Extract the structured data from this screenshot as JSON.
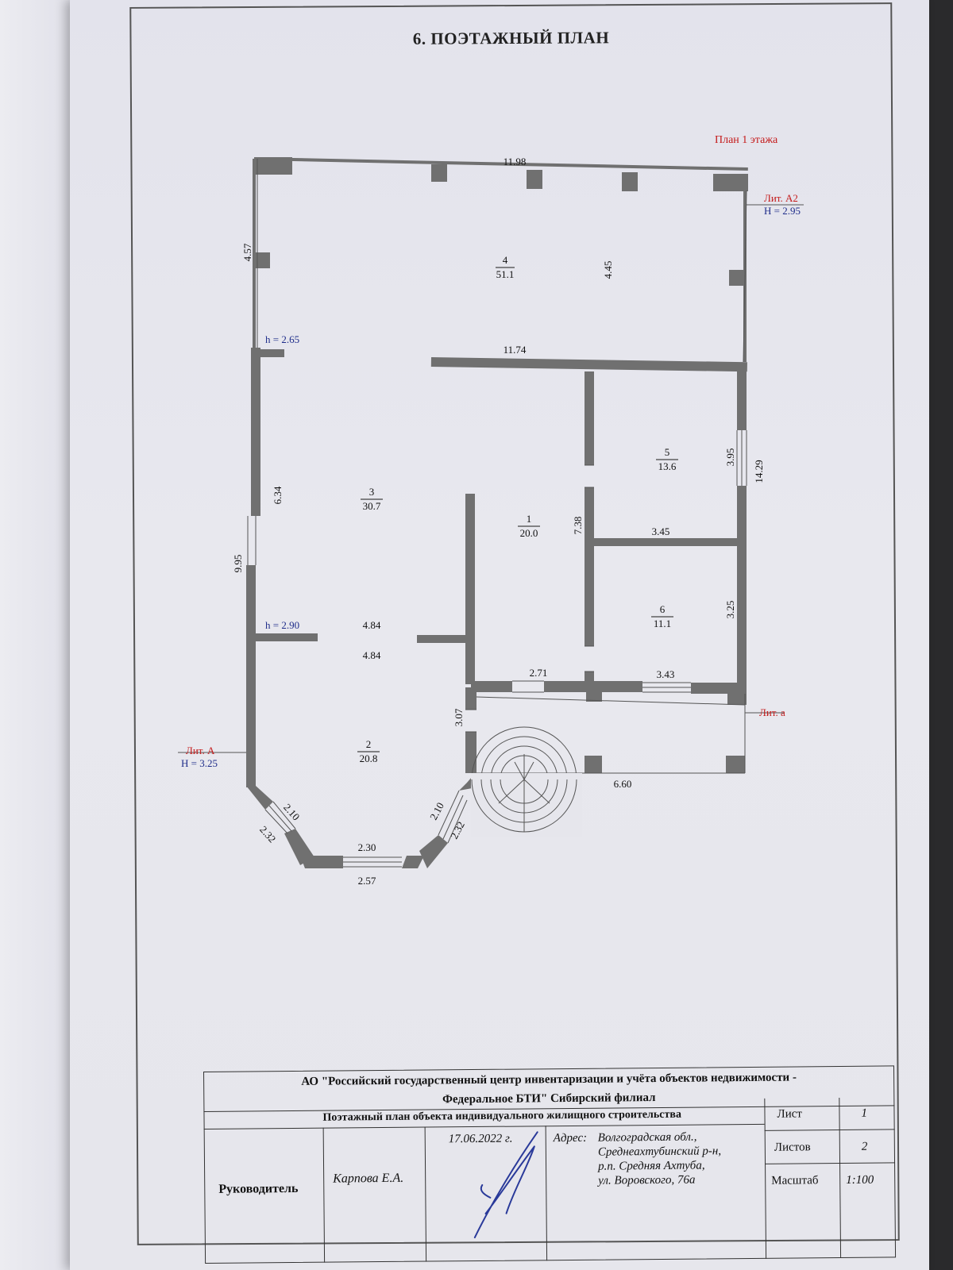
{
  "document": {
    "title": "6. ПОЭТАЖНЫЙ ПЛАН",
    "plan_label": "План 1 этажа"
  },
  "labels": {
    "lit_a2": "Лит. А2",
    "h_a2": "Н = 2.95",
    "lit_a": "Лит. А",
    "h_a": "Н = 3.25",
    "lit_a_small": "Лит. а",
    "h_265": "h = 2.65",
    "h_290": "h = 2.90"
  },
  "rooms": [
    {
      "num": "4",
      "area": "51.1"
    },
    {
      "num": "3",
      "area": "30.7"
    },
    {
      "num": "1",
      "area": "20.0"
    },
    {
      "num": "5",
      "area": "13.6"
    },
    {
      "num": "6",
      "area": "11.1"
    },
    {
      "num": "2",
      "area": "20.8"
    }
  ],
  "dimensions": {
    "top": "11.98",
    "left_top": "4.57",
    "room4_height": "4.45",
    "mid_wall": "11.74",
    "room3_height": "6.34",
    "left_total": "9.95",
    "room5_height": "3.95",
    "right_total": "14.29",
    "room1_height": "7.38",
    "room5_width": "3.45",
    "room6_height": "3.25",
    "inner_width_a": "4.84",
    "inner_width_b": "4.84",
    "room1_width": "2.71",
    "room6_width": "3.43",
    "porch_height": "3.07",
    "porch_width": "6.60",
    "bay_left_inner": "2.10",
    "bay_left_outer": "2.32",
    "bay_right_inner": "2.10",
    "bay_right_outer": "2.32",
    "bay_bottom_inner": "2.30",
    "bay_bottom_outer": "2.57"
  },
  "stamp": {
    "org_line1": "АО \"Российский государственный центр инвентаризации и учёта объектов недвижимости -",
    "org_line2": "Федеральное БТИ\" Сибирский филиал",
    "doc_type": "Поэтажный план объекта индивидуального жилищного строительства",
    "role": "Руководитель",
    "person": "Карпова Е.А.",
    "date": "17.06.2022 г.",
    "address_label": "Адрес:",
    "address_lines": [
      "Волгоградская обл.,",
      "Среднеахтубинский р-н,",
      "р.п. Средняя Ахтуба,",
      "ул. Воровского, 76а"
    ],
    "sheet_label": "Лист",
    "sheet_value": "1",
    "sheets_label": "Листов",
    "sheets_value": "2",
    "scale_label": "Масштаб",
    "scale_value": "1:100"
  },
  "colors": {
    "wall": "#707070",
    "label_red": "#c41a1a",
    "label_blue": "#1f2d8a",
    "paper": "#e6e6ec"
  }
}
